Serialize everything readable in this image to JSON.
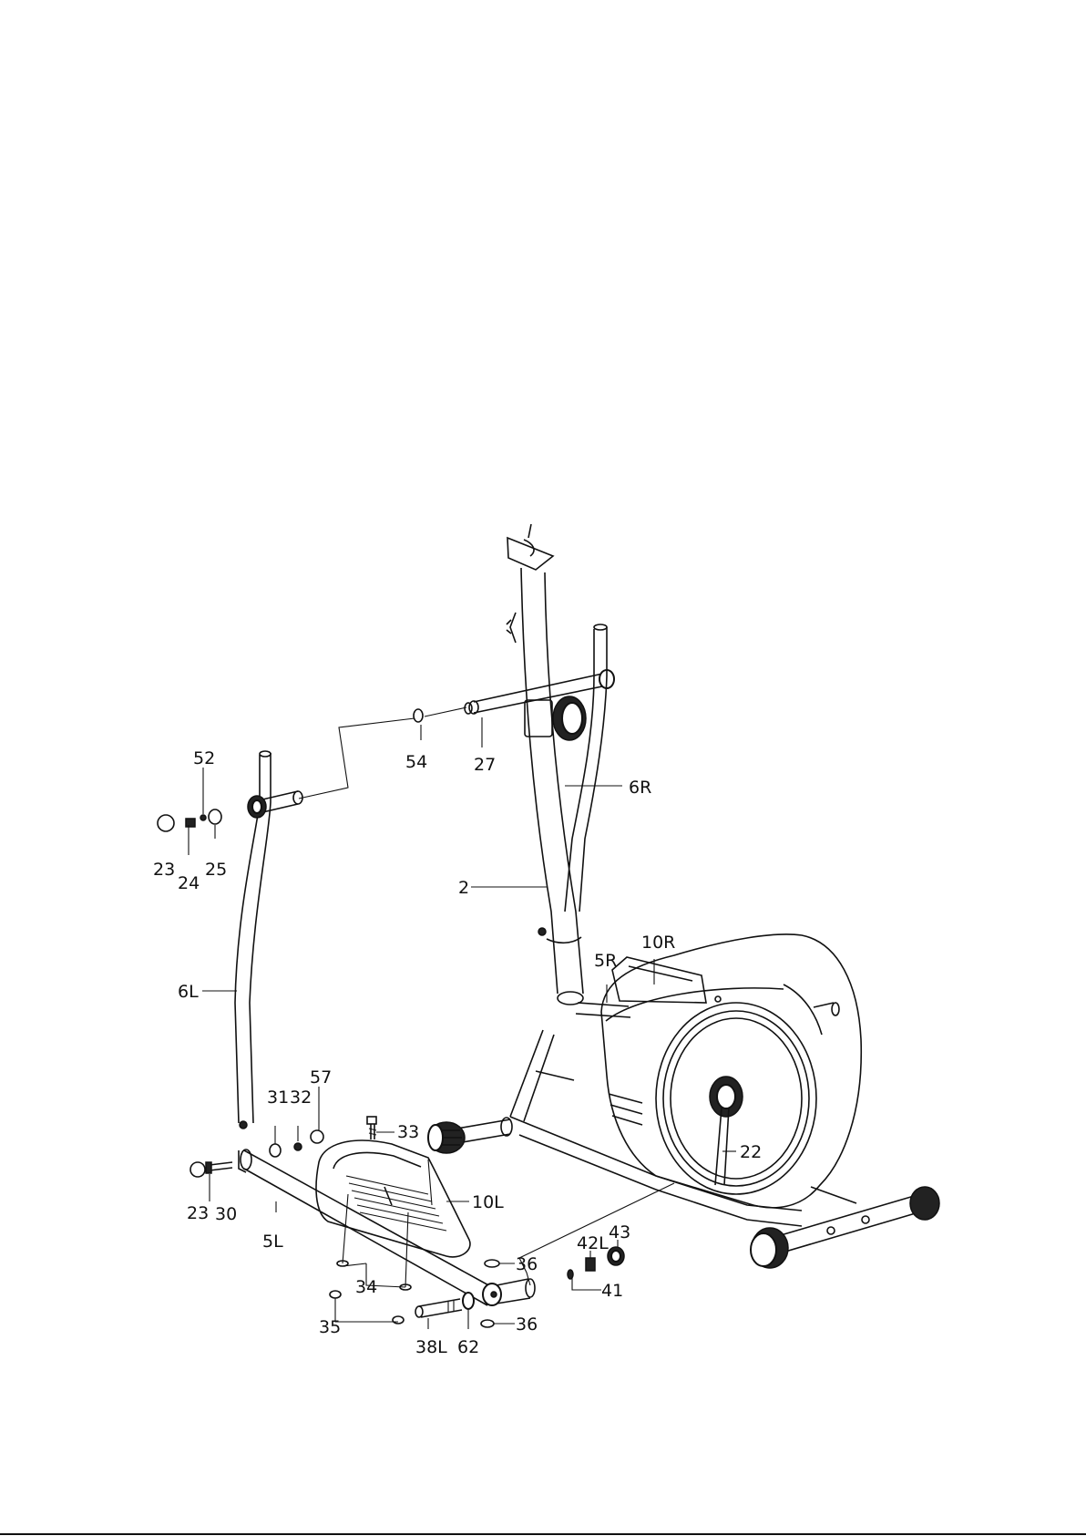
{
  "diagram": {
    "labels": [
      {
        "id": "52",
        "text": "52"
      },
      {
        "id": "54",
        "text": "54"
      },
      {
        "id": "27",
        "text": "27"
      },
      {
        "id": "6R",
        "text": "6R"
      },
      {
        "id": "23a",
        "text": "23"
      },
      {
        "id": "24",
        "text": "24"
      },
      {
        "id": "25",
        "text": "25"
      },
      {
        "id": "2",
        "text": "2"
      },
      {
        "id": "10R",
        "text": "10R"
      },
      {
        "id": "5R",
        "text": "5R"
      },
      {
        "id": "6L",
        "text": "6L"
      },
      {
        "id": "57",
        "text": "57"
      },
      {
        "id": "31",
        "text": "31"
      },
      {
        "id": "32",
        "text": "32"
      },
      {
        "id": "33",
        "text": "33"
      },
      {
        "id": "22",
        "text": "22"
      },
      {
        "id": "23b",
        "text": "23"
      },
      {
        "id": "30",
        "text": "30"
      },
      {
        "id": "10L",
        "text": "10L"
      },
      {
        "id": "5L",
        "text": "5L"
      },
      {
        "id": "42L",
        "text": "42L"
      },
      {
        "id": "43",
        "text": "43"
      },
      {
        "id": "36a",
        "text": "36"
      },
      {
        "id": "34",
        "text": "34"
      },
      {
        "id": "41",
        "text": "41"
      },
      {
        "id": "35",
        "text": "35"
      },
      {
        "id": "38L",
        "text": "38L"
      },
      {
        "id": "62",
        "text": "62"
      },
      {
        "id": "36b",
        "text": "36"
      }
    ]
  }
}
